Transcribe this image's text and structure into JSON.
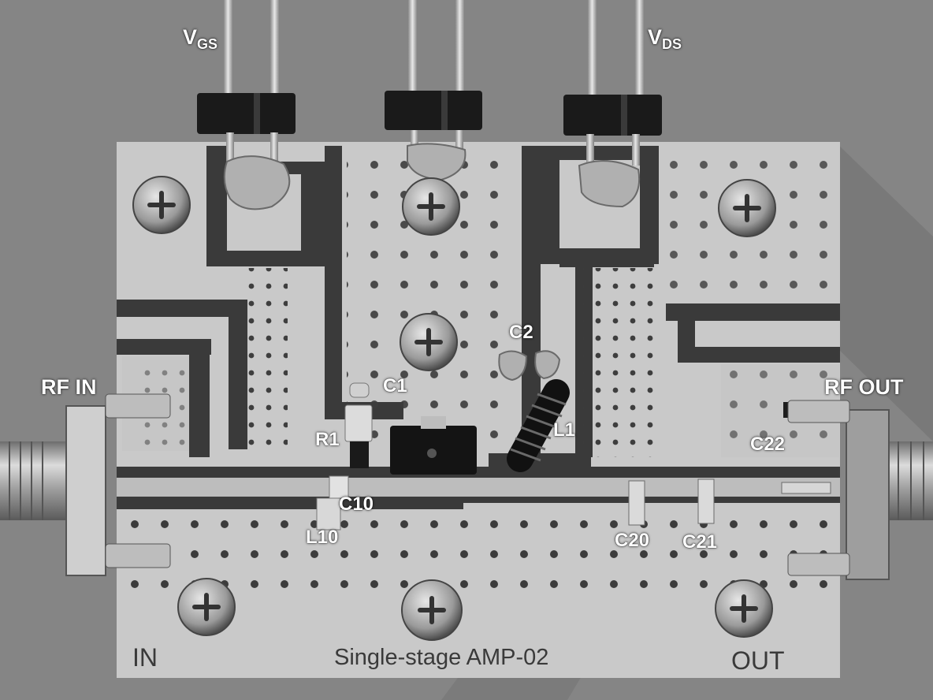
{
  "labels": {
    "vgs": {
      "main": "V",
      "sub": "GS"
    },
    "vds": {
      "main": "V",
      "sub": "DS"
    },
    "rf_in": "RF IN",
    "rf_out": "RF OUT",
    "c1": "C1",
    "c2": "C2",
    "l1": "L1",
    "r1": "R1",
    "c10": "C10",
    "l10": "L10",
    "c20": "C20",
    "c21": "C21",
    "c22": "C22"
  },
  "silkscreen": {
    "title": "Single-stage AMP-02",
    "in": "IN",
    "out": "OUT"
  }
}
